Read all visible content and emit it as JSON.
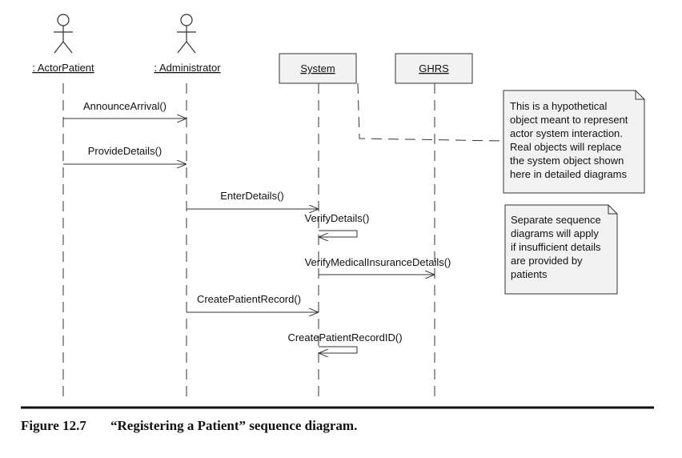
{
  "actors": [
    {
      "label": ": ActorPatient"
    },
    {
      "label": ": Administrator"
    }
  ],
  "objects": [
    {
      "label": "System"
    },
    {
      "label": "GHRS"
    }
  ],
  "messages": [
    "AnnounceArrival()",
    "ProvideDetails()",
    "EnterDetails()",
    "VerifyDetails()",
    "VerifyMedicalInsuranceDetails()",
    "CreatePatientRecord()",
    "CreatePatientRecordID()"
  ],
  "notes": [
    {
      "lines": [
        "This is a hypothetical",
        "object meant to represent",
        "actor system interaction.",
        "Real objects will replace",
        "the system object shown",
        "here in detailed diagrams"
      ]
    },
    {
      "lines": [
        "Separate sequence",
        "diagrams will apply",
        "if insufficient details",
        "are provided by",
        "patients"
      ]
    }
  ],
  "caption": {
    "number": "Figure 12.7",
    "title": "“Registering a Patient” sequence diagram."
  },
  "colors": {
    "box_fill": "#f2f2f2",
    "line": "#333333",
    "rule": "#111111"
  }
}
